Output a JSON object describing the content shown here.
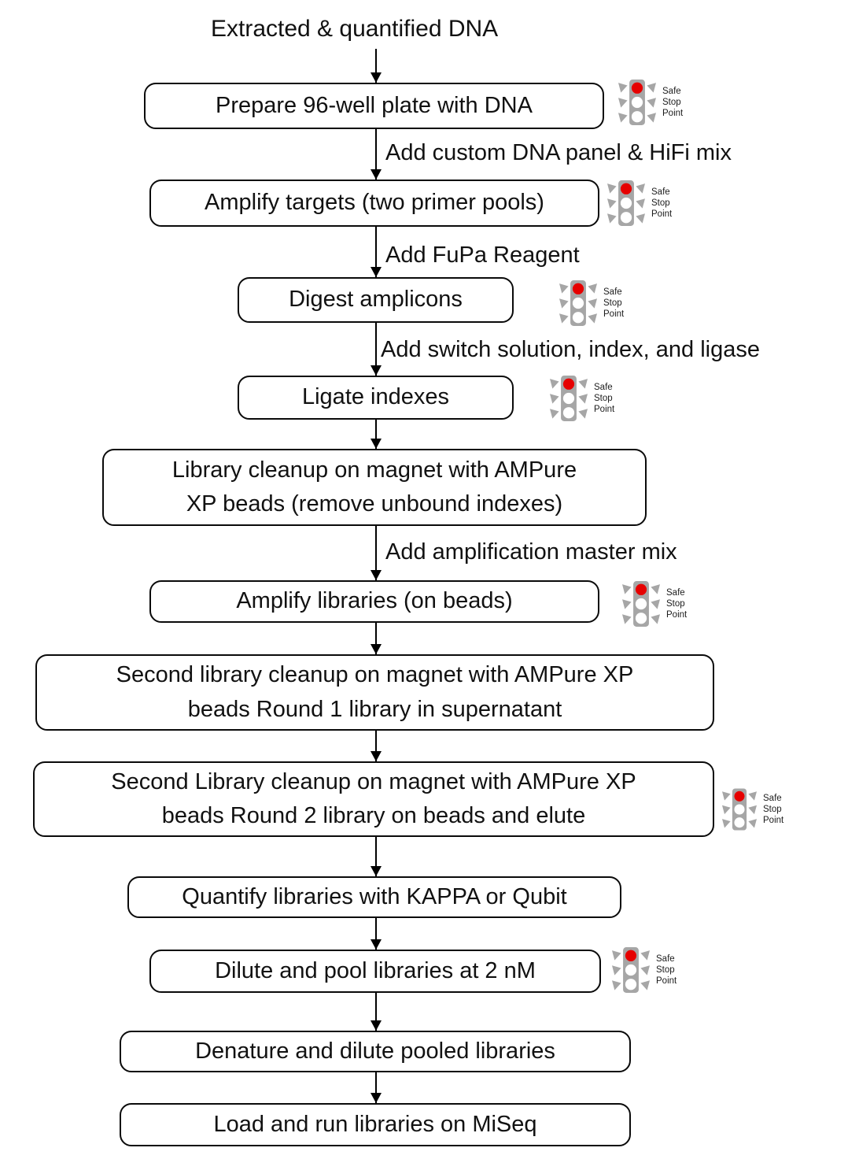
{
  "flow": {
    "title": "Extracted & quantified DNA",
    "steps": [
      {
        "label": "Prepare 96-well plate with DNA",
        "safe_stop_point": true
      },
      {
        "label": "Amplify targets (two primer pools)",
        "safe_stop_point": true,
        "arrow_label": "Add custom DNA panel & HiFi mix"
      },
      {
        "label": "Digest amplicons",
        "safe_stop_point": true,
        "arrow_label": "Add FuPa Reagent"
      },
      {
        "label": "Ligate indexes",
        "safe_stop_point": true,
        "arrow_label": "Add switch solution, index, and ligase"
      },
      {
        "label": "Library cleanup on magnet with AMPure\nXP beads (remove unbound indexes)",
        "safe_stop_point": false
      },
      {
        "label": "Amplify libraries (on beads)",
        "safe_stop_point": true,
        "arrow_label": "Add amplification master mix"
      },
      {
        "label": "Second library cleanup on magnet with AMPure XP\nbeads Round 1 library in supernatant",
        "safe_stop_point": false
      },
      {
        "label": "Second Library cleanup on magnet with AMPure XP\nbeads Round 2 library on beads and elute",
        "safe_stop_point": true
      },
      {
        "label": "Quantify libraries with KAPPA or Qubit",
        "safe_stop_point": false
      },
      {
        "label": "Dilute and pool libraries at 2 nM",
        "safe_stop_point": true
      },
      {
        "label": "Denature and dilute pooled libraries",
        "safe_stop_point": false
      },
      {
        "label": "Load and run libraries on MiSeq",
        "safe_stop_point": false
      }
    ],
    "safe_stop_icon": {
      "lines": [
        "Safe",
        "Stop",
        "Point"
      ]
    },
    "colors": {
      "stop_light_red": "#e60000",
      "traffic_light_gray": "#a6a6a6",
      "box_border": "#0a0a0a",
      "text": "#111111",
      "background": "#ffffff"
    }
  }
}
